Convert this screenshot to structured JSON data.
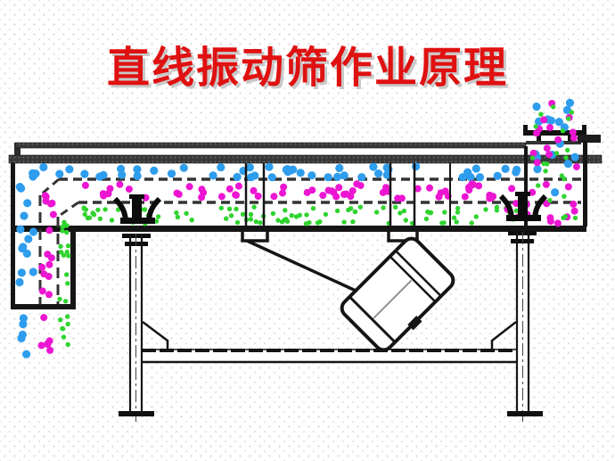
{
  "title": {
    "text": "直线振动筛作业原理",
    "color": "#e01111"
  },
  "palette": {
    "blue": "#2f9ded",
    "magenta": "#ec15d2",
    "green": "#2fd42f",
    "line": "#151515",
    "rail": "#3a3a3a",
    "title_shadow": "#c9c9c9",
    "background": "#ffffff"
  },
  "particles": {
    "legend": [
      {
        "name": "coarse-particles",
        "color_key": "blue"
      },
      {
        "name": "medium-particles",
        "color_key": "magenta"
      },
      {
        "name": "fine-particles",
        "color_key": "green"
      }
    ],
    "layers": [
      {
        "name": "blue-top-screen-layer",
        "color_key": "blue",
        "r": 4.6,
        "x": [
          26,
          582
        ],
        "y": [
          186,
          199
        ],
        "count": 52
      },
      {
        "name": "magenta-mid-screen-layer",
        "color_key": "magenta",
        "r": 4.0,
        "x": [
          70,
          582
        ],
        "y": [
          206,
          223
        ],
        "count": 62
      },
      {
        "name": "green-bottom-deck-layer",
        "color_key": "green",
        "r": 2.7,
        "x": [
          90,
          585
        ],
        "y": [
          232,
          251
        ],
        "count": 95
      },
      {
        "name": "blue-discharge-channel",
        "color_key": "blue",
        "r": 4.6,
        "x": [
          21,
          38
        ],
        "y": [
          205,
          338
        ],
        "count": 13
      },
      {
        "name": "magenta-discharge-channel",
        "color_key": "magenta",
        "r": 4.0,
        "x": [
          47,
          60
        ],
        "y": [
          212,
          338
        ],
        "count": 15
      },
      {
        "name": "green-discharge-channel",
        "color_key": "green",
        "r": 2.7,
        "x": [
          67,
          77
        ],
        "y": [
          236,
          338
        ],
        "count": 16
      },
      {
        "name": "blue-outfall-stream",
        "color_key": "blue",
        "r": 4.6,
        "x": [
          24,
          34
        ],
        "y": [
          352,
          404
        ],
        "count": 5
      },
      {
        "name": "magenta-outfall-stream",
        "color_key": "magenta",
        "r": 4.0,
        "x": [
          46,
          58
        ],
        "y": [
          350,
          398
        ],
        "count": 6
      },
      {
        "name": "green-outfall-stream",
        "color_key": "green",
        "r": 2.7,
        "x": [
          66,
          78
        ],
        "y": [
          348,
          392
        ],
        "count": 7
      },
      {
        "name": "feed-stream-blue",
        "color_key": "blue",
        "r": 4.6,
        "x": [
          599,
          646
        ],
        "y": [
          115,
          248
        ],
        "count": 16
      },
      {
        "name": "feed-stream-magenta",
        "color_key": "magenta",
        "r": 4.0,
        "x": [
          596,
          650
        ],
        "y": [
          112,
          252
        ],
        "count": 24
      },
      {
        "name": "feed-stream-green",
        "color_key": "green",
        "r": 2.7,
        "x": [
          597,
          650
        ],
        "y": [
          114,
          254
        ],
        "count": 22
      },
      {
        "name": "feed-spread-left",
        "color_key": "magenta",
        "r": 4.0,
        "x": [
          563,
          598
        ],
        "y": [
          228,
          250
        ],
        "count": 5
      }
    ]
  }
}
